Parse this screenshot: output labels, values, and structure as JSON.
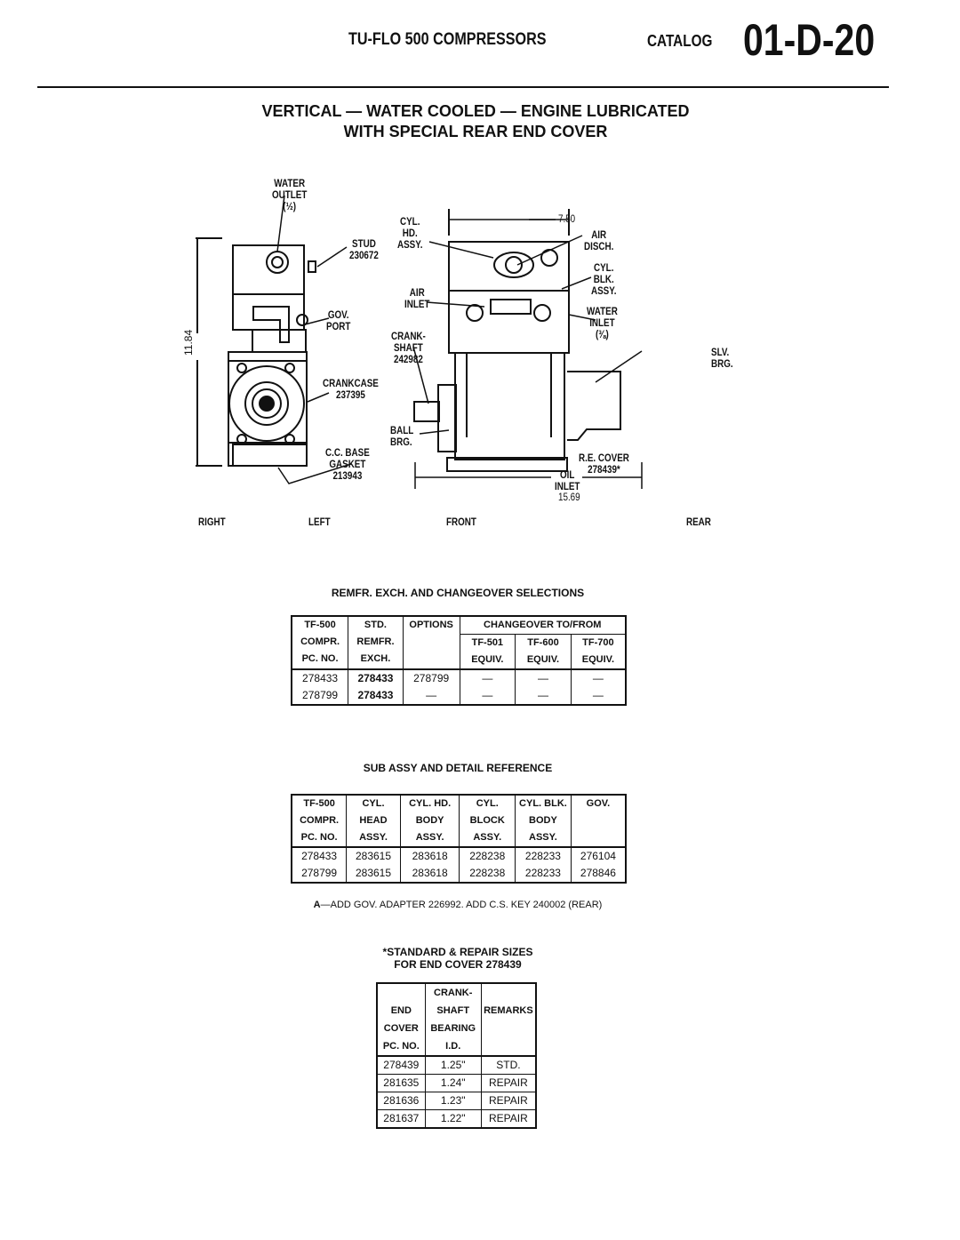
{
  "header": {
    "series": "TU-FLO 500 COMPRESSORS",
    "catalog_word": "CATALOG",
    "catalog_number": "01-D-20"
  },
  "title": {
    "line1": "VERTICAL — WATER COOLED — ENGINE LUBRICATED",
    "line2": "WITH SPECIAL REAR END COVER"
  },
  "diagram": {
    "labels": {
      "water_outlet": [
        "WATER",
        "OUTLET",
        "(½)"
      ],
      "stud": [
        "STUD",
        "230672"
      ],
      "gov_port": [
        "GOV.",
        "PORT"
      ],
      "height_dim": "11.84",
      "crankcase": [
        "CRANKCASE",
        "237395"
      ],
      "cc_base_gasket": [
        "C.C. BASE",
        "GASKET",
        "213943"
      ],
      "cyl_hd_assy": [
        "CYL.",
        "HD.",
        "ASSY."
      ],
      "width_dim": "7.50",
      "air_disch": [
        "AIR",
        "DISCH."
      ],
      "cyl_blk_assy": [
        "CYL.",
        "BLK.",
        "ASSY."
      ],
      "air_inlet": [
        "AIR",
        "INLET"
      ],
      "water_inlet": [
        "WATER",
        "INLET",
        "(⅜)"
      ],
      "crankshaft": [
        "CRANK-",
        "SHAFT",
        "242982"
      ],
      "slv_brg": [
        "SLV.",
        "BRG."
      ],
      "ball_brg": [
        "BALL",
        "BRG."
      ],
      "re_cover": [
        "R.E. COVER",
        "278439*"
      ],
      "oil_inlet": [
        "OIL",
        "INLET"
      ],
      "length_dim": "15.69"
    },
    "views": [
      "RIGHT",
      "LEFT",
      "FRONT",
      "REAR"
    ]
  },
  "table1": {
    "title": "REMFR. EXCH. AND CHANGEOVER SELECTIONS",
    "headers": [
      [
        "TF-500",
        "COMPR.",
        "PC. NO."
      ],
      [
        "STD.",
        "REMFR.",
        "EXCH."
      ],
      [
        "OPTIONS"
      ]
    ],
    "group_header": "CHANGEOVER TO/FROM",
    "sub_headers": [
      [
        "TF-501",
        "EQUIV."
      ],
      [
        "TF-600",
        "EQUIV."
      ],
      [
        "TF-700",
        "EQUIV."
      ]
    ],
    "rows": [
      [
        "278433",
        "278433",
        "278799",
        "—",
        "—",
        "—"
      ],
      [
        "278799",
        "278433",
        "—",
        "—",
        "—",
        "—"
      ]
    ]
  },
  "table2": {
    "title": "SUB ASSY AND DETAIL REFERENCE",
    "headers": [
      [
        "TF-500",
        "COMPR.",
        "PC. NO."
      ],
      [
        "CYL.",
        "HEAD",
        "ASSY."
      ],
      [
        "CYL. HD.",
        "BODY",
        "ASSY."
      ],
      [
        "CYL.",
        "BLOCK",
        "ASSY."
      ],
      [
        "CYL. BLK.",
        "BODY",
        "ASSY."
      ],
      [
        "GOV.",
        "",
        ""
      ]
    ],
    "rows": [
      [
        "278433",
        "283615",
        "283618",
        "228238",
        "228233",
        "276104"
      ],
      [
        "278799",
        "283615",
        "283618",
        "228238",
        "228233",
        "278846"
      ]
    ],
    "footnote_prefix": "A",
    "footnote": "—ADD GOV. ADAPTER 226992. ADD C.S. KEY 240002 (REAR)"
  },
  "table3": {
    "title1": "*STANDARD & REPAIR SIZES",
    "title2": "FOR END COVER 278439",
    "headers": [
      [
        "",
        "END",
        "COVER",
        "PC. NO."
      ],
      [
        "CRANK-",
        "SHAFT",
        "BEARING",
        "I.D."
      ],
      [
        "",
        "REMARKS",
        "",
        ""
      ]
    ],
    "rows": [
      [
        "278439",
        "1.25\"",
        "STD."
      ],
      [
        "281635",
        "1.24\"",
        "REPAIR"
      ],
      [
        "281636",
        "1.23\"",
        "REPAIR"
      ],
      [
        "281637",
        "1.22\"",
        "REPAIR"
      ]
    ]
  }
}
